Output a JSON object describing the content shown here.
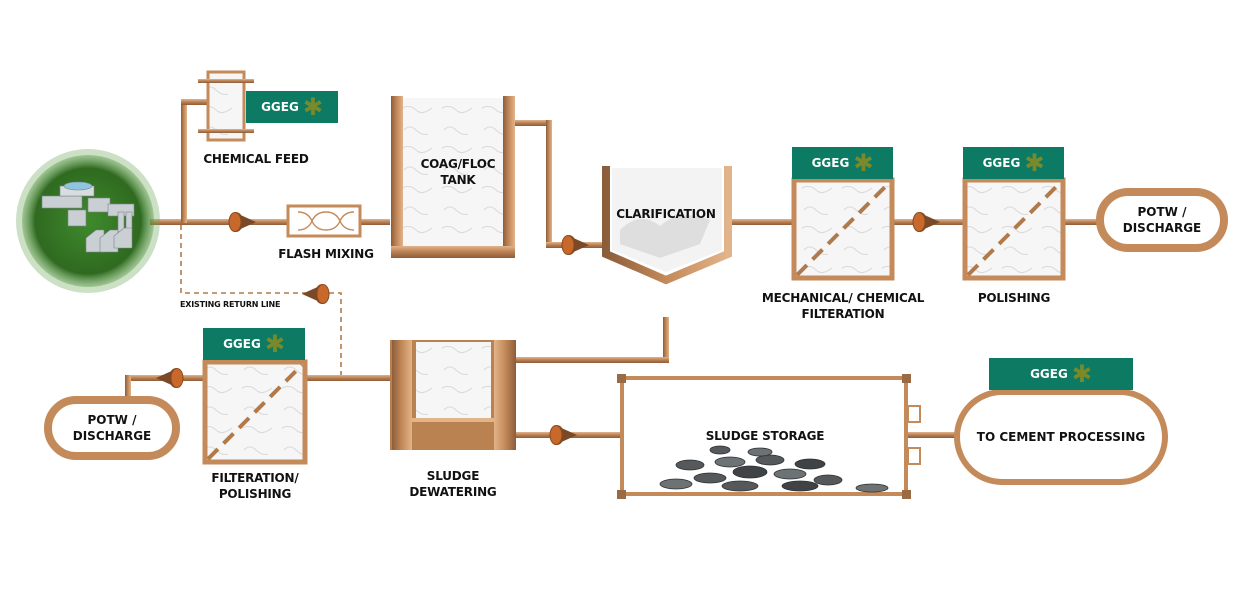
{
  "title": "Wastewater Treatment Process Flow",
  "colors": {
    "pipe": "#c48a5a",
    "pipe_dark": "#9a6a44",
    "badge": "#0d7a63",
    "badge_star": "#7a8a2a",
    "grass": "#3d7a2a"
  },
  "brand": {
    "label": "GGEG",
    "icon": "asterisk-leaf-icon"
  },
  "nodes": {
    "source": {
      "label": "",
      "icon": "facility-globe-icon"
    },
    "chemical_feed": {
      "label": "CHEMICAL FEED"
    },
    "flash_mixing": {
      "label": "FLASH MIXING"
    },
    "coag_floc": {
      "line1": "COAG/FLOC",
      "line2": "TANK"
    },
    "clarification": {
      "label": "CLARIFICATION"
    },
    "mech_chem_filtration": {
      "line1": "MECHANICAL/ CHEMICAL",
      "line2": "FILTERATION"
    },
    "polishing": {
      "label": "POLISHING"
    },
    "potw_top": {
      "line1": "POTW /",
      "line2": "DISCHARGE"
    },
    "return_line": {
      "label": "EXISTING RETURN LINE"
    },
    "filtration_polishing": {
      "line1": "FILTERATION/",
      "line2": "POLISHING"
    },
    "potw_bottom": {
      "line1": "POTW /",
      "line2": "DISCHARGE"
    },
    "sludge_dewatering": {
      "line1": "SLUDGE",
      "line2": "DEWATERING"
    },
    "sludge_storage": {
      "label": "SLUDGE STORAGE"
    },
    "cement_processing": {
      "label": "TO CEMENT PROCESSING"
    }
  }
}
